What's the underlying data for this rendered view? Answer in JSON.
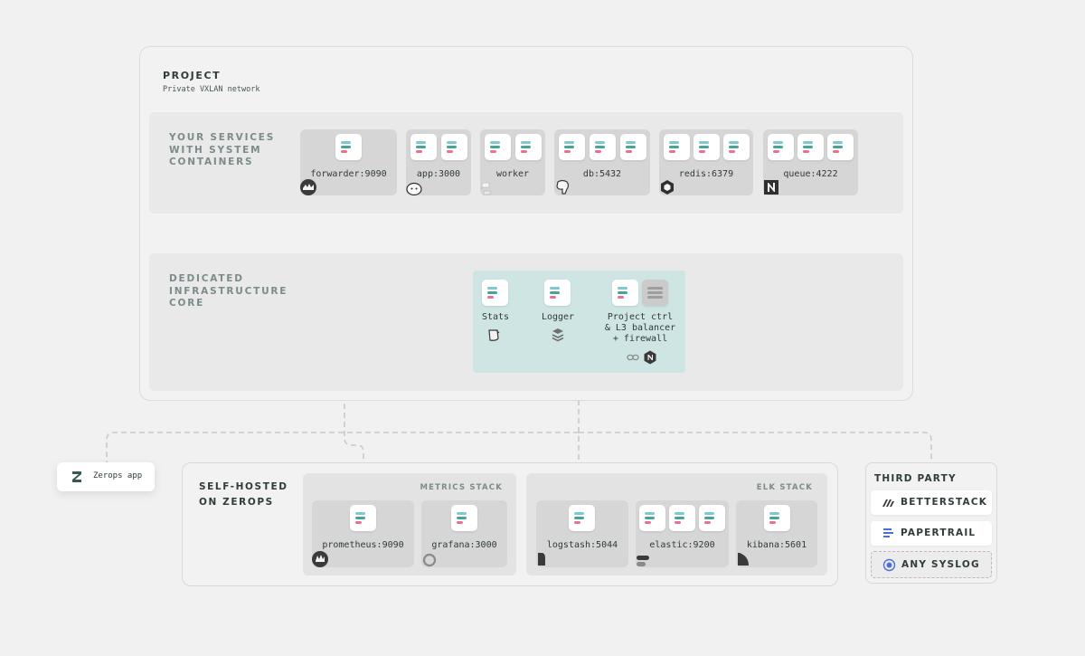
{
  "project": {
    "title": "PROJECT",
    "subtitle": "Private VXLAN network",
    "services_label": [
      "YOUR SERVICES",
      "WITH SYSTEM",
      "CONTAINERS"
    ],
    "core_label": [
      "DEDICATED",
      "INFRASTRUCTURE",
      "CORE"
    ]
  },
  "services": [
    {
      "name": "forwarder:9090",
      "chips": 1,
      "icon": "fluentbit-icon"
    },
    {
      "name": "app:3000",
      "chips": 2,
      "icon": "bun-icon"
    },
    {
      "name": "worker",
      "chips": 2,
      "icon": "python-icon"
    },
    {
      "name": "db:5432",
      "chips": 3,
      "icon": "postgresql-icon"
    },
    {
      "name": "redis:6379",
      "chips": 3,
      "icon": "keydb-icon"
    },
    {
      "name": "queue:4222",
      "chips": 3,
      "icon": "nats-icon"
    }
  ],
  "core": {
    "stats_label": "Stats",
    "logger_label": "Logger",
    "ctrl_label": [
      "Project ctrl",
      "& L3 balancer",
      "+ firewall"
    ],
    "stats_icon": "stats-db-icon",
    "logger_icon": "logger-stack-icon",
    "ctrl_icons": [
      "link-icon",
      "nginx-icon"
    ]
  },
  "zerops_app": {
    "label": "Zerops app",
    "icon": "zerops-logo-icon"
  },
  "self_hosted": {
    "label": [
      "SELF-HOSTED",
      "ON ZEROPS"
    ],
    "metrics_stack": {
      "label": "METRICS STACK",
      "services": [
        {
          "name": "prometheus:9090",
          "chips": 1,
          "icon": "prometheus-icon"
        },
        {
          "name": "grafana:3000",
          "chips": 1,
          "icon": "grafana-icon"
        }
      ]
    },
    "elk_stack": {
      "label": "ELK STACK",
      "services": [
        {
          "name": "logstash:5044",
          "chips": 1,
          "icon": "logstash-icon"
        },
        {
          "name": "elastic:9200",
          "chips": 3,
          "icon": "elastic-icon"
        },
        {
          "name": "kibana:5601",
          "chips": 1,
          "icon": "kibana-icon"
        }
      ]
    }
  },
  "third_party": {
    "title": "THIRD PARTY",
    "items": [
      {
        "label": "BETTERSTACK",
        "icon": "betterstack-icon"
      },
      {
        "label": "PAPERTRAIL",
        "icon": "papertrail-icon"
      },
      {
        "label": "ANY SYSLOG",
        "icon": "syslog-icon"
      }
    ]
  },
  "colors": {
    "teal_line": "#5cc2c0",
    "grey_line": "#c7c7c7",
    "core_bg": "#cfe5e3",
    "service_bg": "#d6d6d6"
  }
}
